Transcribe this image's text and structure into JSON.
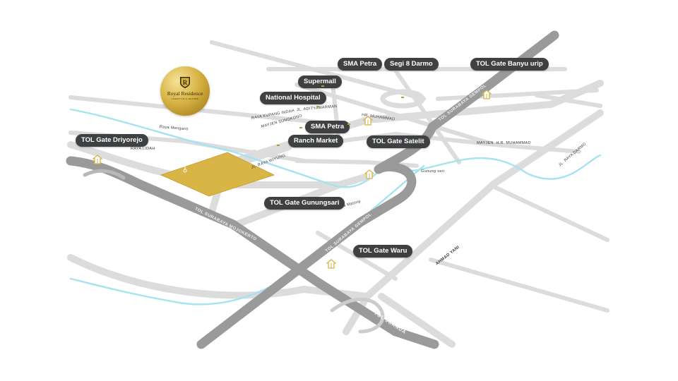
{
  "colors": {
    "background": "#ffffff",
    "road": "#dcdcdc",
    "highway": "#9a9a9b",
    "river": "#a4e3ef",
    "site": "#d9b545",
    "label_bg": "#3f4042",
    "label_text": "#ffffff"
  },
  "logo": {
    "name": "Royal Residence",
    "tagline": "LIFESTYLE & LEISURE",
    "icon": "shield-r-emblem"
  },
  "place_labels": {
    "sma_petra_top": "SMA Petra",
    "segi_8_darmo": "Segi 8 Darmo",
    "tol_gate_banyu_urip": "TOL Gate Banyu urip",
    "supermall": "Supermall",
    "national_hospital": "National Hospital",
    "sma_petra": "SMA Petra",
    "ranch_market": "Ranch Market",
    "tol_gate_driyorejo": "TOL Gate Driyorejo",
    "tol_gate_satelit": "TOL Gate Satelit",
    "tol_gate_gunungsari": "TOL Gate Gunungsari",
    "tol_gate_waru": "TOL Gate Waru"
  },
  "road_labels": {
    "tol_surabaya_gempol_north": "TOL SURABAYA GEMPOL",
    "tol_surabaya_gempol_south": "TOL SURABAYA GEMPOL",
    "tol_surabaya_mojokerto": "TOL SURABAYA MOJOKERTO",
    "tol_juanda": "TOL JUANDA",
    "ahmad_yani": "AHMAD YANI",
    "jl_raya_wiyung": "JL. RAYA WIYUNG",
    "jl_raya_darmo": "JL. RAYA DARMO",
    "raya_menganti": "Raya Menganti",
    "raya_lidah": "RAYA LIDAH",
    "mayjen_sungkono": "MAYJEN SUNGKONO",
    "hr_muhammad": "HR. MUHAMMAD",
    "mayjen_hr_muhammad": "MAYJEN. H.R. MUHAMMAD",
    "jl_adityawarman": "JL. ADITYAWARMAN",
    "raya_mastrip": "Raya Mastrip",
    "gunung_sari": "Gunung sari",
    "raya_kupang_indah": "RAYA KUPANG INDAH"
  },
  "icons": {
    "toll_gate": "toll-gate-icon",
    "site_pin": "site-pin-icon"
  }
}
